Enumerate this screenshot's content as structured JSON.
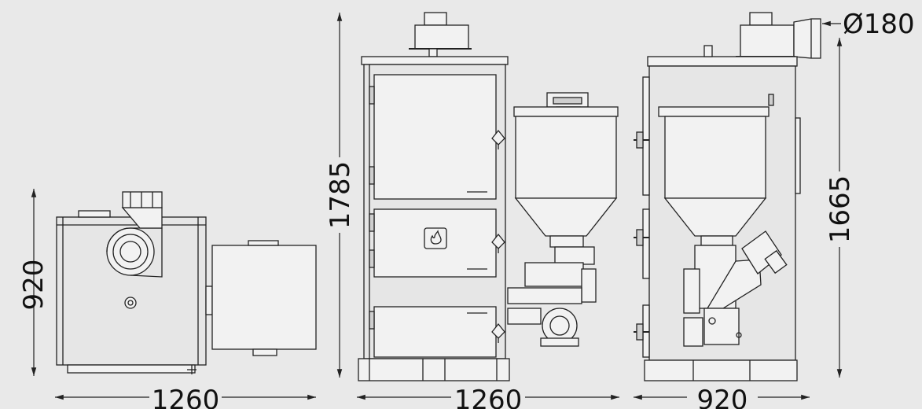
{
  "dimensions": {
    "top_view_height": "920",
    "top_view_width": "1260",
    "front_view_height": "1785",
    "front_view_width": "1260",
    "side_view_height": "1665",
    "side_view_width": "920",
    "flue_diameter": "Ø180"
  },
  "colors": {
    "background": "#e9e9e9",
    "line": "#222222"
  }
}
